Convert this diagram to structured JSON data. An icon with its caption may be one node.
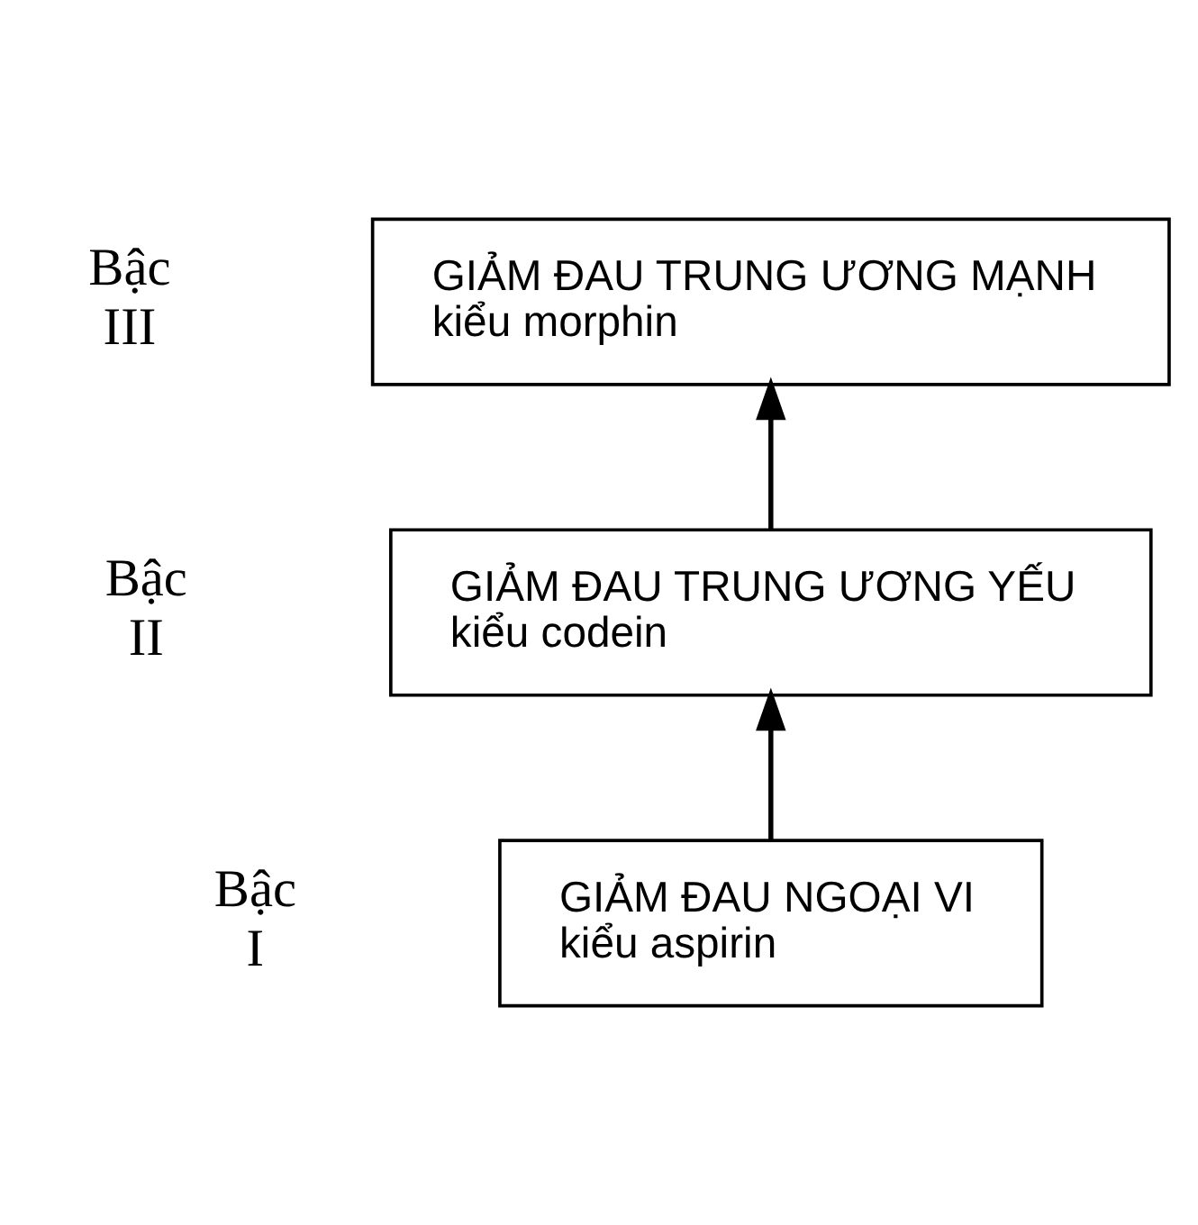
{
  "diagram": {
    "nodes": [
      {
        "text": [
          "GIẢM ĐAU NGOẠI VI",
          "kiểu aspirin"
        ],
        "beside": [
          "Bậc I"
        ]
      },
      {
        "text": [
          "GIẢM ĐAU TRUNG ƯƠNG YẾU",
          "kiểu codein"
        ],
        "beside": [
          "Bậc II"
        ]
      },
      {
        "text": [
          "GIẢM ĐAU TRUNG ƯƠNG MẠNH",
          "kiểu morphin"
        ],
        "beside": [
          "Bậc III"
        ]
      }
    ],
    "edges": [
      {
        "from": 0,
        "to": 1,
        "arrow": "to"
      },
      {
        "from": 1,
        "to": 2,
        "arrow": "to"
      }
    ]
  }
}
